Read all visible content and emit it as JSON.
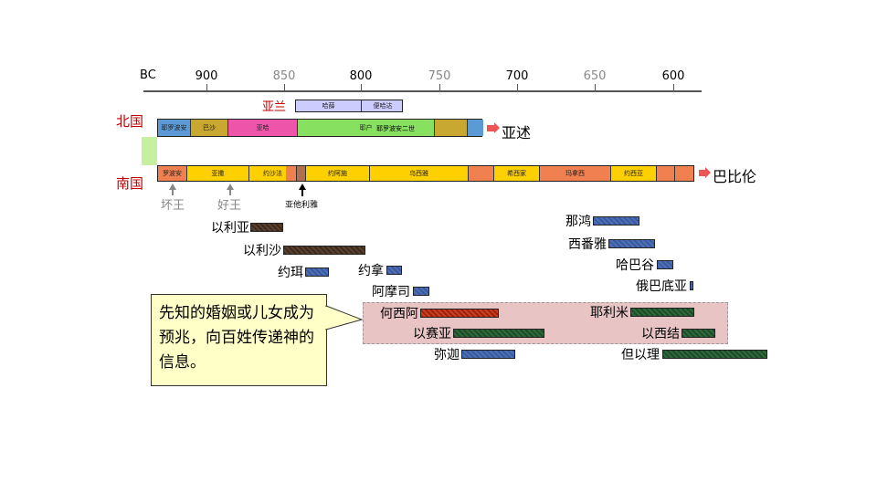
{
  "axis": {
    "era": "BC",
    "ticks": [
      {
        "label": "900",
        "gray": false
      },
      {
        "label": "850",
        "gray": true
      },
      {
        "label": "800",
        "gray": false
      },
      {
        "label": "750",
        "gray": true
      },
      {
        "label": "700",
        "gray": false
      },
      {
        "label": "650",
        "gray": true
      },
      {
        "label": "600",
        "gray": false
      }
    ]
  },
  "aram": {
    "label": "亚兰",
    "kings": [
      "哈薛",
      "便哈达"
    ]
  },
  "north": {
    "label": "北国",
    "kings": [
      "耶罗波安",
      "巴沙",
      "亚哈",
      "耶户",
      "耶罗波安二世"
    ],
    "end": "亚述"
  },
  "south": {
    "label": "南国",
    "kings": [
      "罗波安",
      "亚撒",
      "约沙法",
      "约阿施",
      "乌西雅",
      "希西家",
      "玛拿西",
      "约西亚"
    ],
    "end": "巴比伦"
  },
  "markers": {
    "bad": "坏王",
    "good": "好王",
    "athaliah": "亚他利雅"
  },
  "prophets": [
    "以利亚",
    "以利沙",
    "约珥",
    "约拿",
    "阿摩司",
    "何西阿",
    "以赛亚",
    "弥迦",
    "那鸿",
    "西番雅",
    "哈巴谷",
    "俄巴底亚",
    "耶利米",
    "以西结",
    "但以理"
  ],
  "callout": "先知的婚姻或儿女成为预兆，向百姓传递神的信息。"
}
